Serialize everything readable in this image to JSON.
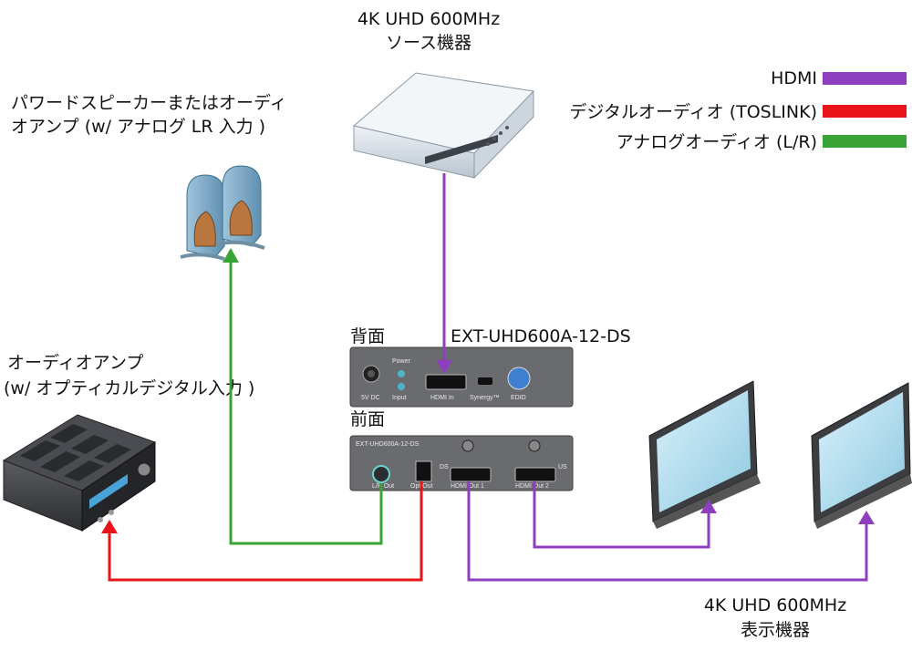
{
  "labels": {
    "source_line1": "4K UHD 600MHz",
    "source_line2": "ソース機器",
    "speaker_line1": "パワードスピーカーまたはオーディ",
    "speaker_line2": "オアンプ (w/ アナログ LR 入力 )",
    "amp_line1": "オーディオアンプ",
    "amp_line2": "(w/ オプティカルデジタル入力 )",
    "rear": "背面",
    "front": "前面",
    "model": "EXT-UHD600A-12-DS",
    "display_line1": "4K UHD 600MHz",
    "display_line2": "表示機器"
  },
  "legend": [
    {
      "label": "HDMI",
      "color": "#8e3fbf"
    },
    {
      "label": "デジタルオーディオ (TOSLINK)",
      "color": "#e8141a"
    },
    {
      "label": "アナログオーディオ (L/R)",
      "color": "#3aa335"
    }
  ],
  "rear_panel": {
    "port_5v": "5V DC",
    "power": "Power",
    "input": "Input",
    "hdmi_in": "HDMI In",
    "synergy": "Synergy™",
    "edid": "EDID"
  },
  "front_panel": {
    "model_small": "EXT-UHD600A-12-DS",
    "lr_out": "L/R Out",
    "opt_out": "Opt Out",
    "ds": "DS",
    "us": "US",
    "hdmi_out1": "HDMI Out 1",
    "hdmi_out2": "HDMI Out 2"
  },
  "colors": {
    "hdmi": "#8e3fbf",
    "toslink": "#e8141a",
    "analog": "#3aa335"
  }
}
